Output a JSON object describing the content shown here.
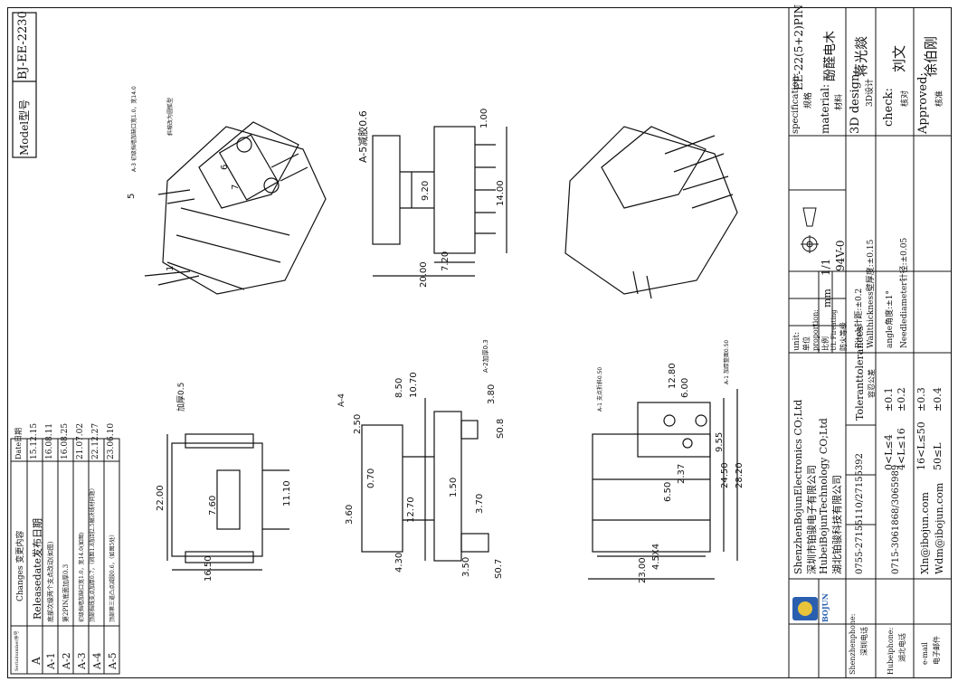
{
  "model_box": {
    "label": "Model型号",
    "value": "BJ-EE-2230"
  },
  "changes_table": {
    "headers": {
      "serial": "Serialnumber序号",
      "changes": "Changes 变更内容",
      "date": "Date日期"
    },
    "rows": [
      {
        "serial": "A",
        "change": "Releasedate发布日期",
        "date": "15.12.15"
      },
      {
        "serial": "A-1",
        "change": "底部次级两个支点改动(如图)",
        "date": "16.08.11"
      },
      {
        "serial": "A-2",
        "change": "第2PIN底面加厚0.3",
        "date": "16.08.25"
      },
      {
        "serial": "A-3",
        "change": "初级挡墙加缺口宽1.0，宽14.0(如图)",
        "date": "21.07.02"
      },
      {
        "serial": "A-4",
        "change": "顶部挡线支点加厚0.7，（间距1.8加到2.5解决线材问题）",
        "date": "22.12.27"
      },
      {
        "serial": "A-5",
        "change": "顶部第三道凸点减胶0.6，（如图5处）",
        "date": "23.06.10"
      }
    ]
  },
  "title_block": {
    "specification": {
      "label": "specification:",
      "cn": "规格",
      "value": "EE-22(5+2)PIN"
    },
    "material": {
      "label": "material:",
      "cn": "材料",
      "value": "酚醛电木"
    },
    "design": {
      "label": "3D design:",
      "cn": "3D设计",
      "value": "蒋光燚"
    },
    "check": {
      "label": "check:",
      "cn": "核对",
      "value": "刘文"
    },
    "approved": {
      "label": "Approved:",
      "cn": "核准",
      "value": "徐伯刚"
    },
    "unit": {
      "label": "unit:",
      "cn": "单位",
      "value": "mm"
    },
    "proportion": {
      "label": "proportion:",
      "cn": "比例",
      "value": "1/1"
    },
    "ul": {
      "label": "UL Fireating",
      "cn": "防火等级",
      "value": "94V-0"
    },
    "tolerances": {
      "title": "Toleranttolerances",
      "title_cn": "容忍公差",
      "rows": [
        {
          "range": "0<L≤4",
          "tol": "±0.1"
        },
        {
          "range": "4<L≤16",
          "tol": "±0.2"
        },
        {
          "range": "16<L≤50",
          "tol": "±0.3"
        },
        {
          "range": "50≤L",
          "tol": "±0.4"
        }
      ],
      "notes": [
        "Pitch针距:±0.2",
        "Wallthickness壁厚度:±0.15",
        "angle角度:±1°",
        "Needlediameter针径:±0.05"
      ]
    },
    "company": {
      "name1_en": "ShenzhenBojunElectronics CO;Ltd",
      "name1_cn": "深圳市铂骏电子有限公司",
      "name2_en": "HubeiBojunTechnology CO;Ltd",
      "name2_cn": "湖北铂骏科技有限公司",
      "logo_text": "BOJUN"
    },
    "contacts": [
      {
        "label": "Shenzhenphone:",
        "cn": "深圳电话",
        "value": "0755-27155110/27155392"
      },
      {
        "label": "Hubeiphone:",
        "cn": "湖北电话",
        "value": "0715-3061868/3065989"
      },
      {
        "label": "e-mail",
        "cn": "电子邮件",
        "value1": "Xln@ibojun.com",
        "value2": "Wdm@ibojun.com"
      }
    ]
  },
  "drawing": {
    "notes": {
      "a3": "A-3 初级挡墙加缺口宽1.0，宽14.0",
      "a5": "A-5减胶0.6",
      "slope": "斜坡改为圆弧型",
      "a1": "A-1 支点折斜0.50",
      "a1b": "A-1 加厚整面0.50",
      "a2": "A-2加厚0.3",
      "a4": "A-4",
      "a4b": "加厚0.5"
    },
    "pin_labels": [
      "5",
      "6",
      "7",
      "1"
    ],
    "dims_side": [
      "1.00",
      "9.20",
      "14.00",
      "7.20",
      "20.00"
    ],
    "dims_top": [
      "10.70",
      "8.50",
      "3.80",
      "2.50",
      "0.70",
      "12.70",
      "1.50",
      "3.70",
      "3.60",
      "4.30",
      "3.50",
      "S0.8",
      "S0.7"
    ],
    "dims_front": [
      "12.80",
      "6.00",
      "9.55",
      "2.37",
      "6.50",
      "24.50",
      "28.20",
      "4.5X4",
      "23.00"
    ],
    "dims_left": [
      "22.00",
      "11.10",
      "7.60",
      "16.50"
    ]
  }
}
